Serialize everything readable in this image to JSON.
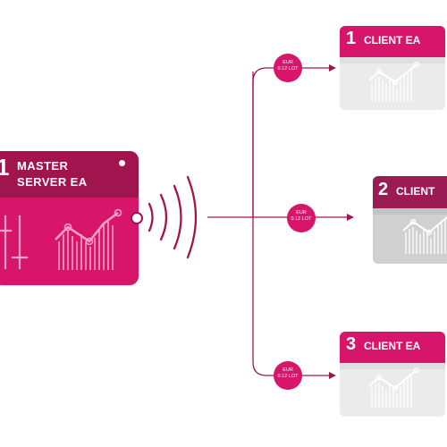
{
  "colors": {
    "accent": "#d6156b",
    "accent_dark": "#9b1c55",
    "client_grey": "#e6e6e6",
    "client_grey_dark": "#cccccc",
    "server_header_dark": "#7a1245",
    "line": "#a0154f"
  },
  "master": {
    "number": "1",
    "title_line1": "MASTER",
    "title_line2": "SERVER EA",
    "icons": [
      "sliders-icon",
      "chart-icon",
      "wireless-signal-icon"
    ]
  },
  "clients": [
    {
      "number": "1",
      "label": "CLIENT EA",
      "active": false
    },
    {
      "number": "2",
      "label": "CLIENT",
      "active": true
    },
    {
      "number": "3",
      "label": "CLIENT EA",
      "active": false
    }
  ],
  "badges": [
    {
      "line1": "EUR",
      "line2": "0.12 LOT"
    },
    {
      "line1": "EUR",
      "line2": "0.12 LOT"
    },
    {
      "line1": "EUR",
      "line2": "0.12 LOT"
    }
  ]
}
